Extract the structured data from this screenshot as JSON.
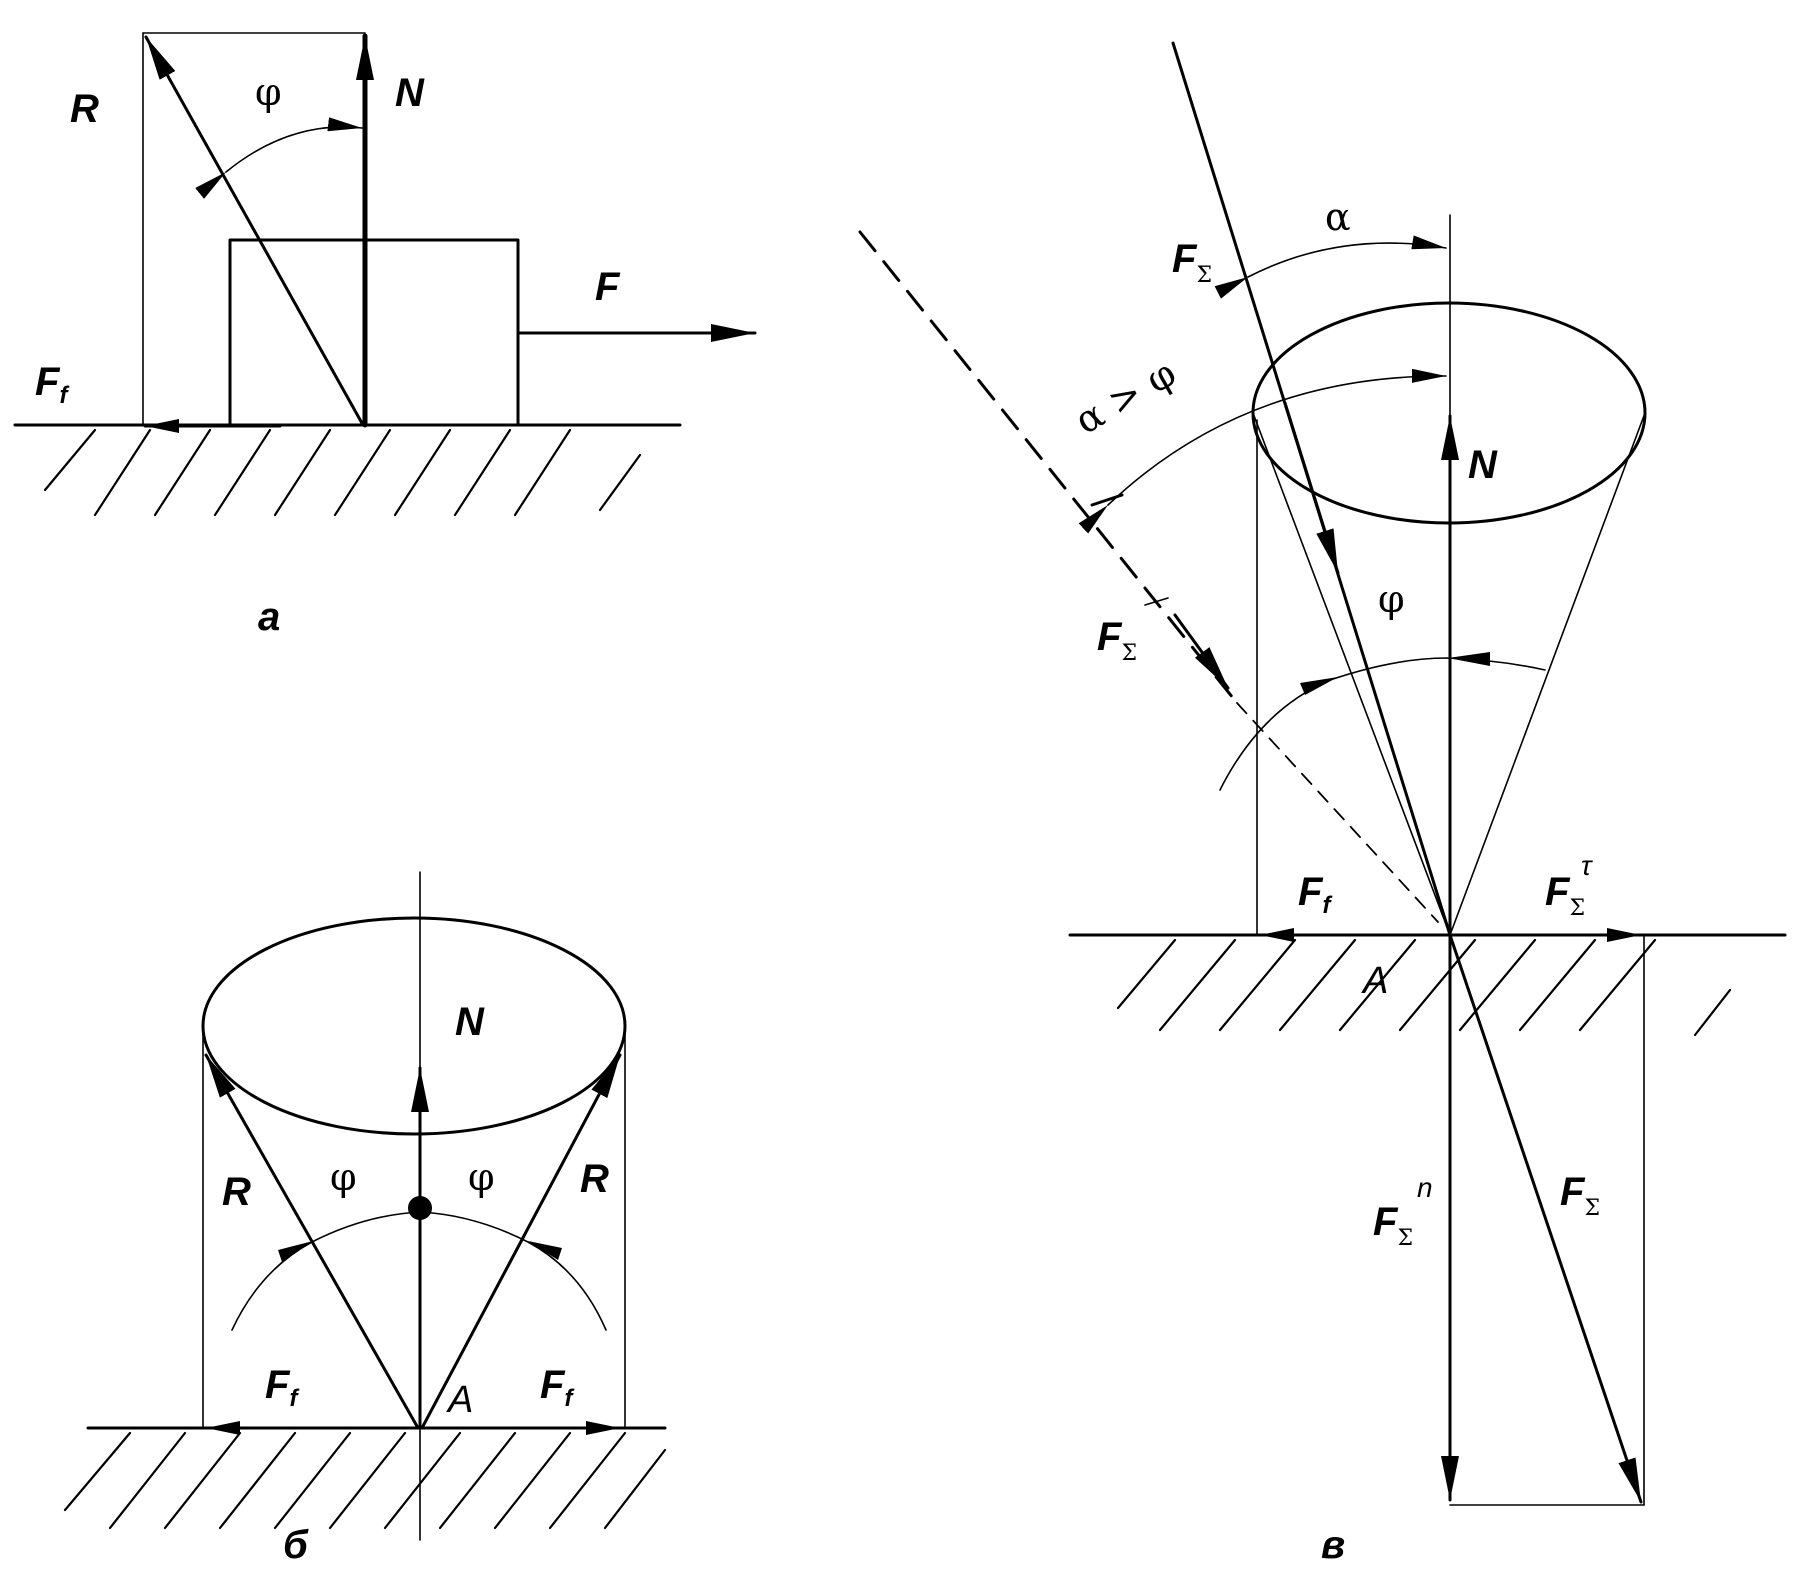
{
  "panel_a": {
    "caption": "а",
    "label_R": "R",
    "label_N": "N",
    "label_F": "F",
    "label_Ff": "F",
    "label_Ff_sub": "f",
    "angle_phi": "φ"
  },
  "panel_b": {
    "caption": "б",
    "label_N": "N",
    "label_R_left": "R",
    "label_R_right": "R",
    "angle_phi_left": "φ",
    "angle_phi_right": "φ",
    "label_Ff_left": "F",
    "label_Ff_right": "F",
    "label_Ff_sub": "f",
    "point_A": "A"
  },
  "panel_c": {
    "caption": "в",
    "angle_alpha": "α",
    "condition": "α > φ",
    "angle_phi": "φ",
    "label_N": "N",
    "label_F": "F",
    "sigma": "Σ",
    "sup_tau": "τ",
    "sup_n": "n",
    "label_Ff": "F",
    "label_Ff_sub": "f",
    "point_A": "A"
  }
}
